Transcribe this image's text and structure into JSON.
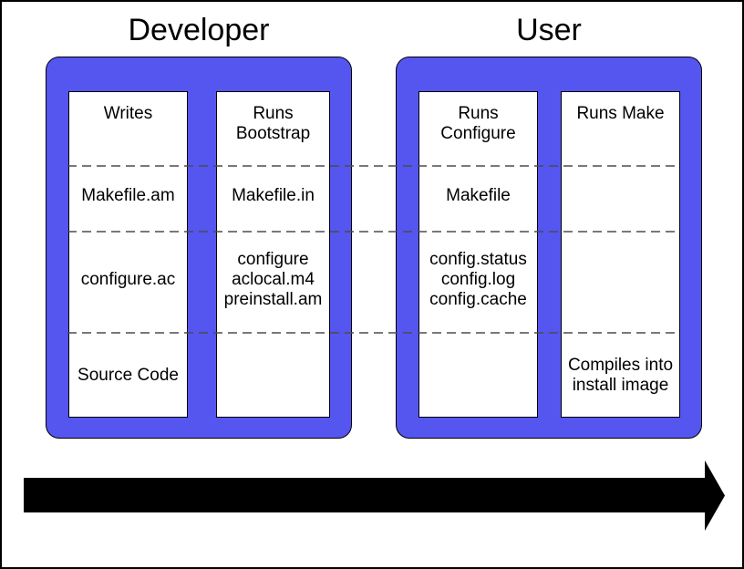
{
  "groups": [
    {
      "title": "Developer",
      "columns": [
        {
          "name": "writes",
          "cells": [
            "Writes",
            "Makefile.am",
            "configure.ac",
            "Source Code"
          ]
        },
        {
          "name": "bootstrap",
          "cells": [
            "Runs\nBootstrap",
            "Makefile.in",
            "configure\naclocal.m4\npreinstall.am",
            ""
          ]
        }
      ]
    },
    {
      "title": "User",
      "columns": [
        {
          "name": "configure",
          "cells": [
            "Runs\nConfigure",
            "Makefile",
            "config.status\nconfig.log\nconfig.cache",
            ""
          ]
        },
        {
          "name": "make",
          "cells": [
            "Runs Make",
            "",
            "",
            "Compiles into\ninstall image"
          ]
        }
      ]
    }
  ],
  "colors": {
    "background": "#ffffff",
    "container_fill": "#5555f0",
    "container_border": "#000000",
    "column_fill": "#ffffff",
    "column_border": "#000000",
    "dashed_line": "#4d4d4d",
    "arrow": "#000000"
  }
}
